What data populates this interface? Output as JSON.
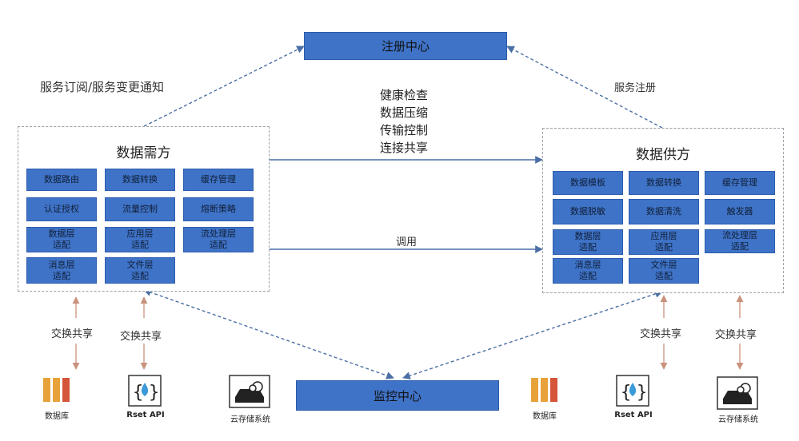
{
  "registry": {
    "label": "注册中心"
  },
  "monitor": {
    "label": "监控中心"
  },
  "left_top_label": "服务订阅/服务变更通知",
  "right_top_label": "服务注册",
  "features": [
    "健康检查",
    "数据压缩",
    "传输控制",
    "连接共享"
  ],
  "call_label": "调用",
  "consumer": {
    "title": "数据需方",
    "modules": [
      "数据路由",
      "数据转换",
      "缓存管理",
      "认证授权",
      "流量控制",
      "熔断策略",
      "数据层\n适配",
      "应用层\n适配",
      "流处理层\n适配",
      "消息层\n适配",
      "文件层\n适配"
    ]
  },
  "provider": {
    "title": "数据供方",
    "modules": [
      "数据模板",
      "数据转换",
      "缓存管理",
      "数据脱敏",
      "数据清洗",
      "触发器",
      "数据层\n适配",
      "应用层\n适配",
      "流处理层\n适配",
      "消息层\n适配",
      "文件层\n适配"
    ]
  },
  "exchange_label": "交换共享",
  "resources_left": [
    {
      "icon": "database-icon",
      "label": "数据库"
    },
    {
      "icon": "rest-api-icon",
      "label": "Rset API"
    },
    {
      "icon": "cloud-storage-icon",
      "label": "云存储系统"
    }
  ],
  "resources_right": [
    {
      "icon": "database-icon",
      "label": "数据库"
    },
    {
      "icon": "rest-api-icon",
      "label": "Rset API"
    },
    {
      "icon": "cloud-storage-icon",
      "label": "云存储系统"
    }
  ],
  "colors": {
    "box": "#3f73c7",
    "arrow": "#4b6fa5",
    "db_orange": "#e8a23a",
    "db_red": "#d4553a"
  }
}
